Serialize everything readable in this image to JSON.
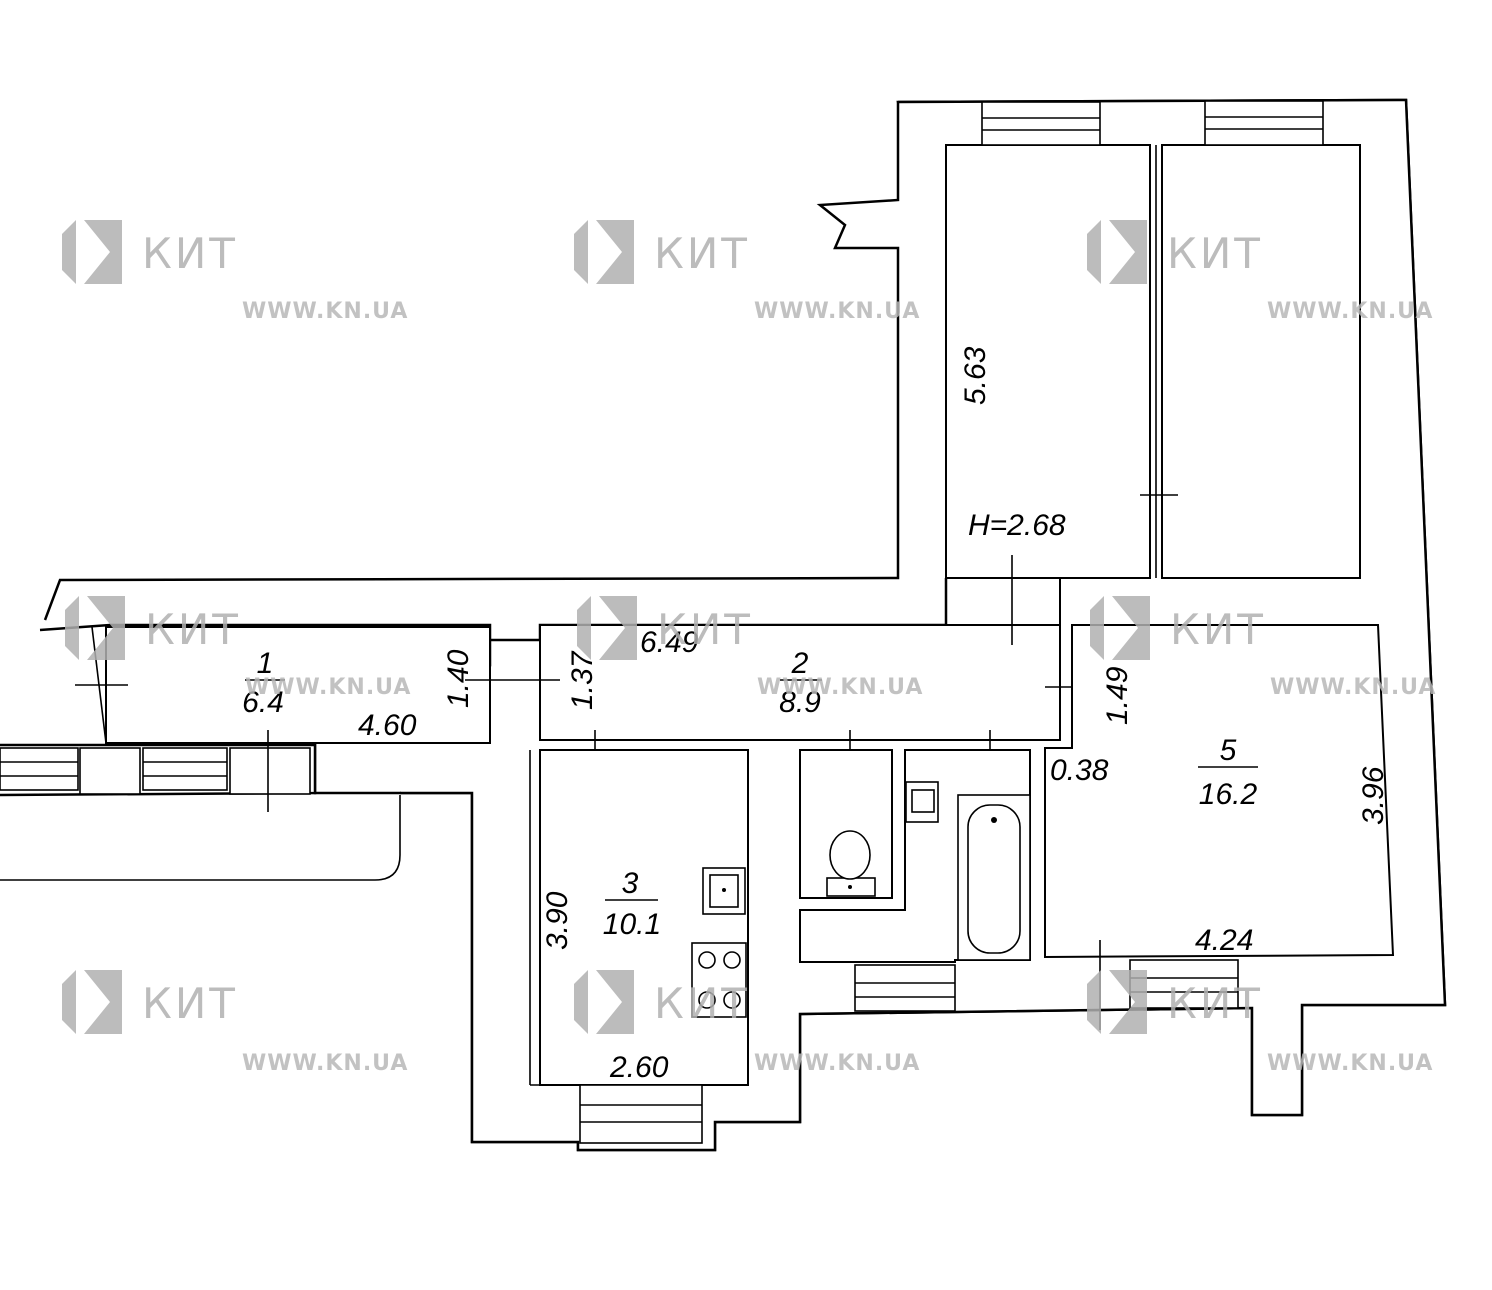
{
  "plan": {
    "ceiling_height": "H=2.68",
    "rooms": [
      {
        "number": "1",
        "area": "6.4"
      },
      {
        "number": "2",
        "area": "8.9"
      },
      {
        "number": "3",
        "area": "10.1"
      },
      {
        "number": "5",
        "area": "16.2"
      }
    ],
    "dimensions": {
      "room1_length": "4.60",
      "room1_width": "1.40",
      "room2_length": "6.49",
      "room2_width": "1.37",
      "room3_length": "3.90",
      "room3_width": "2.60",
      "room4_length": "5.63",
      "room5_length": "3.96",
      "room5_width": "4.24",
      "room5_side": "1.49",
      "room5_offset": "0.38"
    }
  },
  "watermark": {
    "brand": "КИТ",
    "url": "WWW.KN.UA",
    "color": "#b0b0b0"
  }
}
